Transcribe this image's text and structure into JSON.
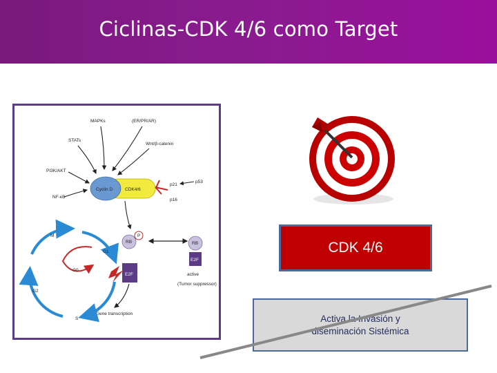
{
  "slide": {
    "title": "Ciclinas-CDK 4/6 como Target"
  },
  "diagram": {
    "labels": {
      "mapks": "MAPKs",
      "erpr": "(ER/PR/AR)",
      "stats": "STATs",
      "wnt": "Wnt/β-catenin",
      "pi3k": "PI3K/AKT",
      "nfkb": "NF-κB",
      "cyclin_d": "Cyclin D",
      "cdk46": "CDK4/6",
      "p21": "p21",
      "p53": "p53",
      "p16": "p16",
      "rb_p": "RB",
      "p": "P",
      "rb": "RB",
      "e2f_small": "E2F",
      "e2f": "E2F",
      "active": "active",
      "tumor": "(Tumor suppressor)",
      "m": "M",
      "g1": "G1",
      "g0": "G0",
      "g2": "G2",
      "s": "S",
      "gene": "Gene transcription"
    }
  },
  "target_icon": "target-with-dart-icon",
  "cdk_box": {
    "label": "CDK 4/6",
    "color": "#c00000"
  },
  "info_box": {
    "text": "Activa la Invasión y\ndiseminación Sistémica"
  },
  "colors": {
    "title_bar": "#8a1b8f",
    "diagram_border": "#5b3b86",
    "box_border": "#4a6a9c"
  }
}
